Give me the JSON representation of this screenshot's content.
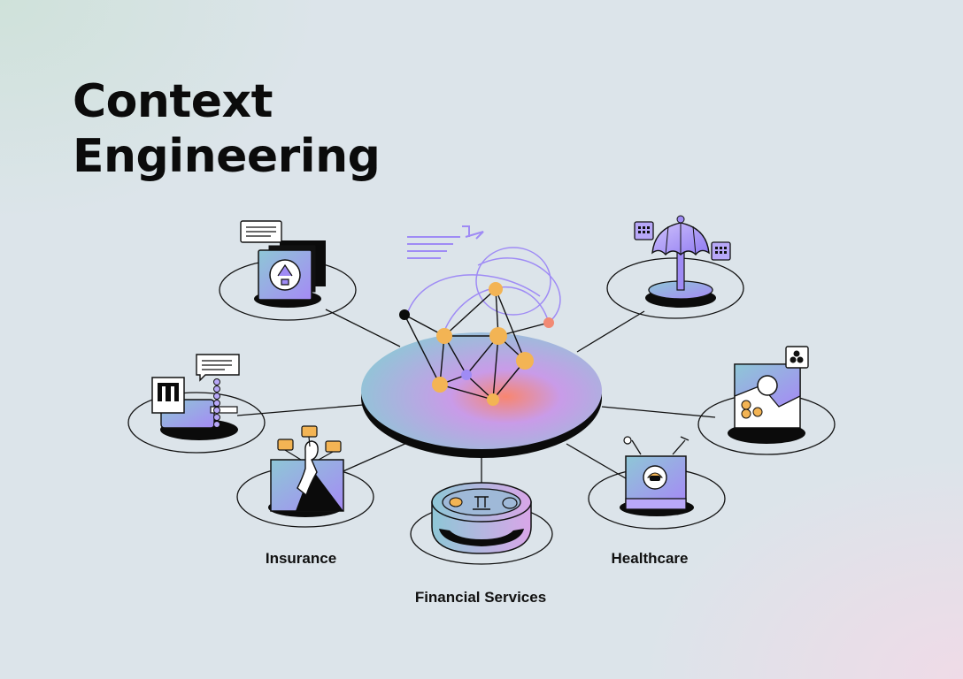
{
  "title": {
    "line1": "Context",
    "line2": "Engineering"
  },
  "labels": {
    "insurance": "Insurance",
    "financial_services": "Financial Services",
    "healthcare": "Healthcare"
  },
  "colors": {
    "ink": "#0b0b0b",
    "purple": "#9f8bf5",
    "lavender": "#b8a8f8",
    "teal": "#88c4d6",
    "orange": "#f3b454",
    "salmon": "#f28a74"
  }
}
